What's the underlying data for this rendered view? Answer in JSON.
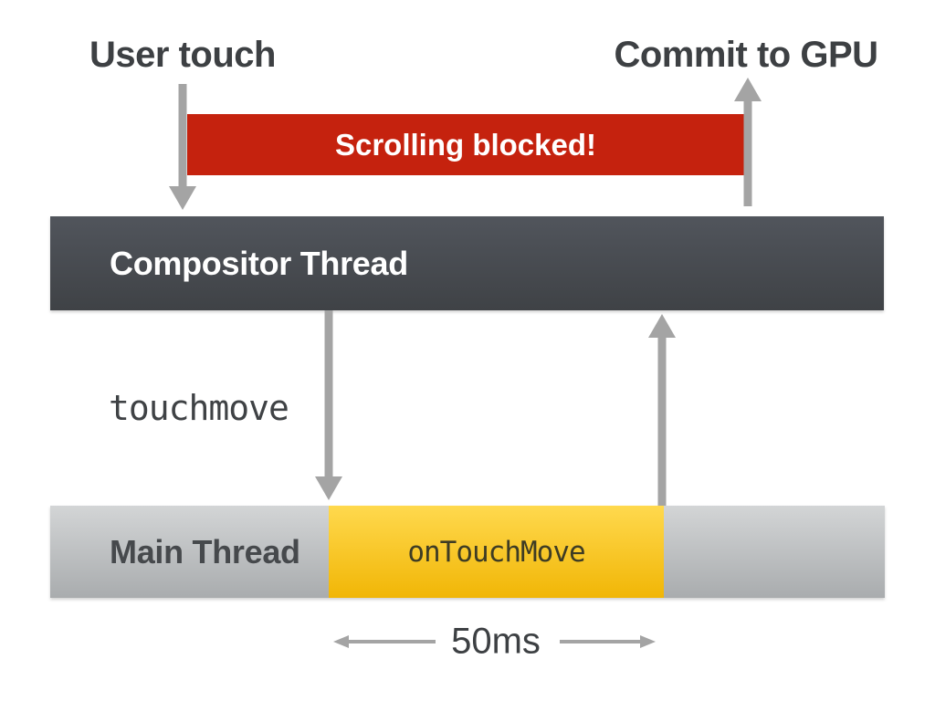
{
  "colors": {
    "blocked_bar": "#c5220e",
    "compositor_top": "#51555c",
    "compositor_bottom": "#3f4246",
    "main_top": "#d3d5d6",
    "main_bottom": "#a9acae",
    "busy_top": "#ffd94e",
    "busy_bottom": "#f1b606",
    "arrow": "#a4a4a4",
    "text_dark": "#3d4043",
    "text_white": "#ffffff"
  },
  "labels": {
    "user_touch": "User touch",
    "commit_to_gpu": "Commit to GPU",
    "blocked_banner": "Scrolling blocked!",
    "compositor_thread": "Compositor Thread",
    "event_name": "touchmove",
    "main_thread": "Main Thread",
    "handler_name": "onTouchMove",
    "duration": "50ms"
  }
}
